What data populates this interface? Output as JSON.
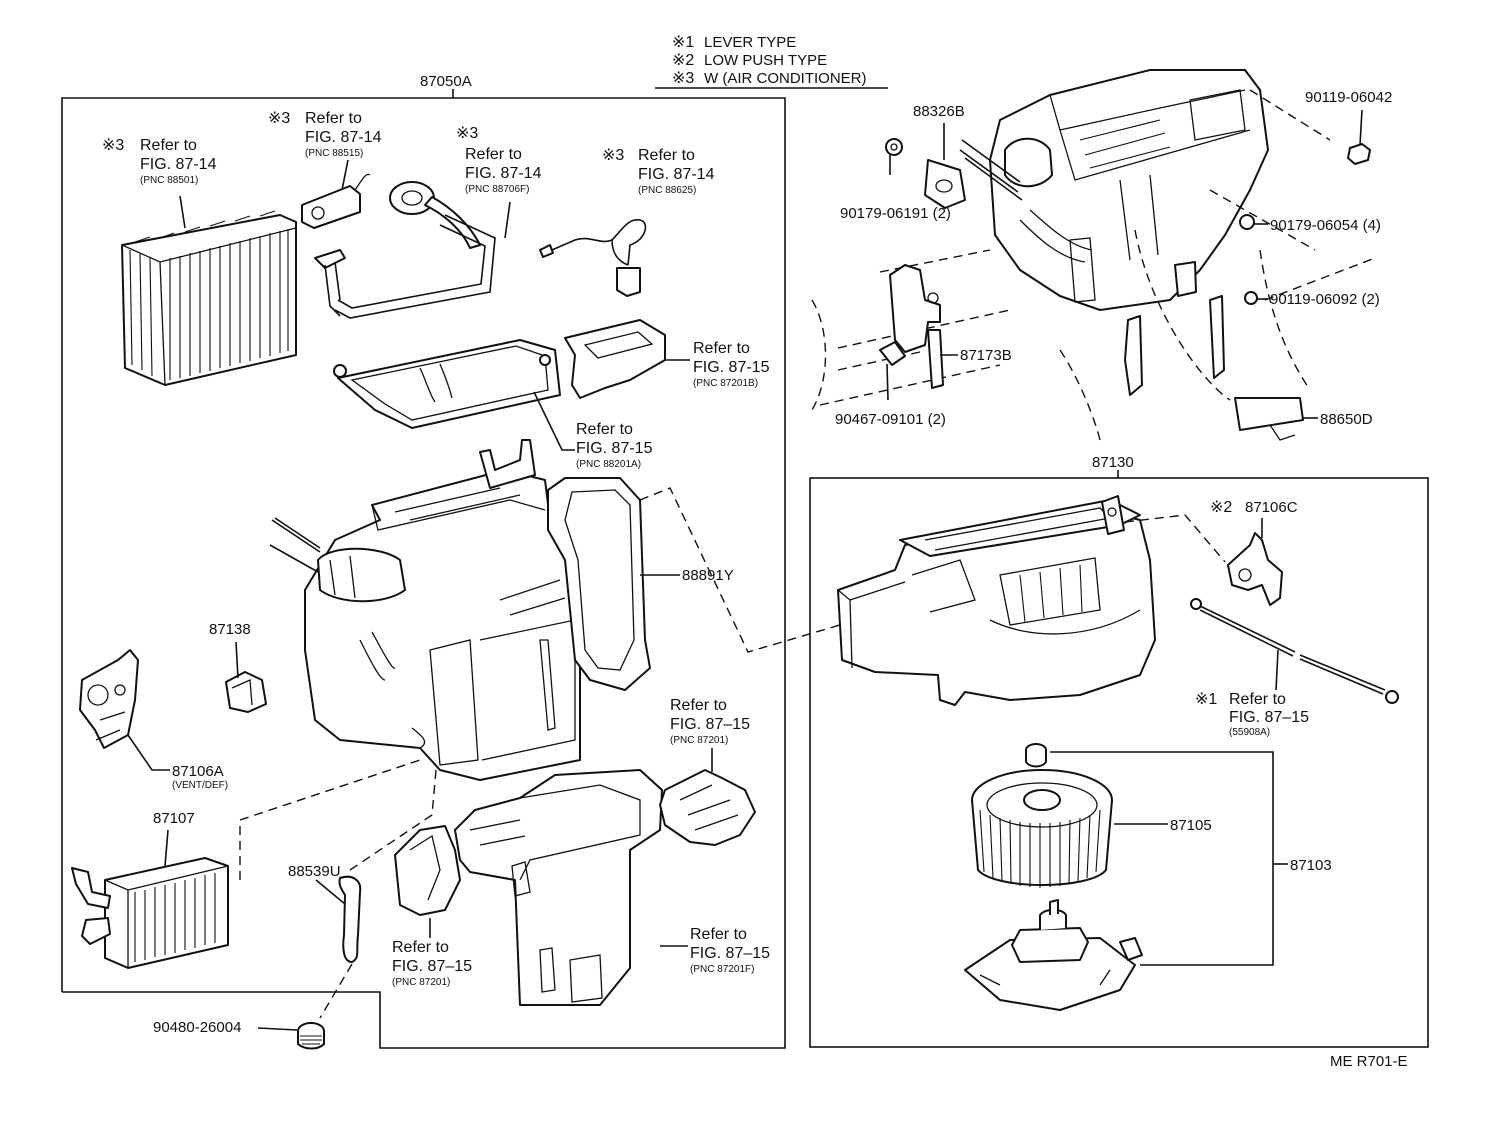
{
  "legend": [
    {
      "mark": "※1",
      "text": "LEVER TYPE"
    },
    {
      "mark": "※2",
      "text": "LOW PUSH TYPE"
    },
    {
      "mark": "※3",
      "text": "W (AIR CONDITIONER)"
    }
  ],
  "assemblies": {
    "heater_unit": "87050A",
    "blower_unit": "87130"
  },
  "callouts": {
    "evaporator": {
      "mark": "※3",
      "refer": "Refer to",
      "fig": "FIG. 87-14",
      "pnc": "(PNC 88501)"
    },
    "exp_valve": {
      "mark": "※3",
      "refer": "Refer to",
      "fig": "FIG. 87-14",
      "pnc": "(PNC 88515)"
    },
    "tube": {
      "mark": "※3",
      "refer": "Refer to",
      "fig": "FIG. 87-14",
      "pnc": "(PNC 88706F)"
    },
    "thermistor": {
      "mark": "※3",
      "refer": "Refer to",
      "fig": "FIG. 87-14",
      "pnc": "(PNC 88625)"
    },
    "top_cover": {
      "refer": "Refer to",
      "fig": "FIG. 87-15",
      "pnc": "(PNC 87201B)"
    },
    "lower_case": {
      "refer": "Refer to",
      "fig": "FIG. 87-15",
      "pnc": "(PNC 88201A)"
    },
    "duct_right": {
      "refer": "Refer to",
      "fig": "FIG. 87–15",
      "pnc": "(PNC 87201)"
    },
    "duct_left": {
      "refer": "Refer to",
      "fig": "FIG. 87–15",
      "pnc": "(PNC 87201)"
    },
    "duct_bottom": {
      "refer": "Refer to",
      "fig": "FIG. 87–15",
      "pnc": "(PNC 87201F)"
    },
    "cable": {
      "mark": "※1",
      "refer": "Refer to",
      "fig": "FIG. 87–15",
      "pnc": "(55908A)"
    }
  },
  "parts": {
    "p88326B": "88326B",
    "p90119_06042": "90119-06042",
    "p90179_06191": "90179-06191 (2)",
    "p90179_06054": "90179-06054 (4)",
    "p90119_06092": "90119-06092 (2)",
    "p87173B": "87173B",
    "p90467_09101": "90467-09101 (2)",
    "p88650D": "88650D",
    "p88891Y": "88891Y",
    "p87138": "87138",
    "p87106A": "87106A",
    "p87106A_note": "(VENT/DEF)",
    "p87107": "87107",
    "p88539U": "88539U",
    "p90480_26004": "90480-26004",
    "p87106C_mark": "※2",
    "p87106C": "87106C",
    "p87105": "87105",
    "p87103": "87103"
  },
  "footer": {
    "code": "ME  R701-E"
  }
}
